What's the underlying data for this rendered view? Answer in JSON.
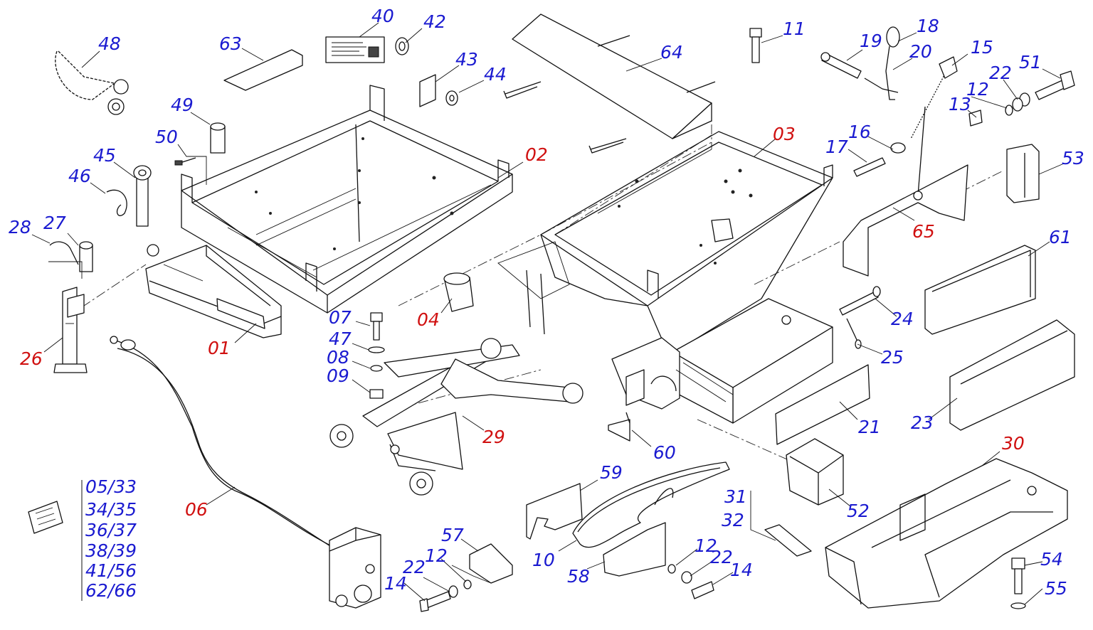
{
  "colors": {
    "label_main": "#1a1ad0",
    "label_assembly": "#d01010",
    "line": "#111111"
  },
  "labels": {
    "p48": "48",
    "p63": "63",
    "p40": "40",
    "p42": "42",
    "p49": "49",
    "p50": "50",
    "p45": "45",
    "p46": "46",
    "p28": "28",
    "p27": "27",
    "p26": "26",
    "p01": "01",
    "p02": "02",
    "p43": "43",
    "p44": "44",
    "p64": "64",
    "p11": "11",
    "p18": "18",
    "p19": "19",
    "p20": "20",
    "p15": "15",
    "p51": "51",
    "p22a": "22",
    "p12a": "12",
    "p13": "13",
    "p03": "03",
    "p16": "16",
    "p17": "17",
    "p53": "53",
    "p65": "65",
    "p61": "61",
    "p04": "04",
    "p07": "07",
    "p47": "47",
    "p08": "08",
    "p09": "09",
    "p24": "24",
    "p25": "25",
    "p29": "29",
    "p21": "21",
    "p23": "23",
    "p60": "60",
    "p30": "30",
    "p59": "59",
    "p52": "52",
    "p31": "31",
    "p32": "32",
    "p06": "06",
    "p10": "10",
    "p58": "58",
    "p57": "57",
    "p22b": "22",
    "p12b": "12",
    "p14a": "14",
    "p12c": "12",
    "p22c": "22",
    "p14b": "14",
    "p54": "54",
    "p55": "55"
  },
  "decal_list": [
    "05/33",
    "34/35",
    "36/37",
    "38/39",
    "41/56",
    "62/66"
  ]
}
